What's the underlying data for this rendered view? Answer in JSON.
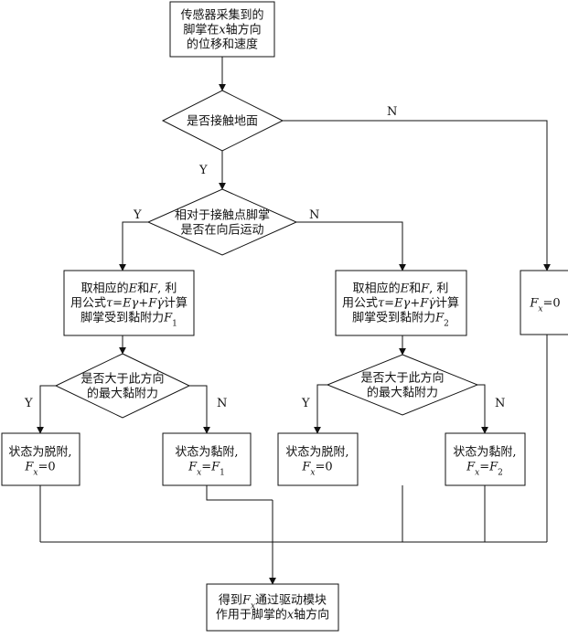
{
  "nodes": {
    "start": {
      "lines": [
        [
          {
            "t": "传感器采集到的"
          }
        ],
        [
          {
            "t": "脚掌在"
          },
          {
            "t": "x",
            "i": true
          },
          {
            "t": "轴方向"
          }
        ],
        [
          {
            "t": "的位移和速度"
          }
        ]
      ]
    },
    "contact": {
      "lines": [
        [
          {
            "t": "是否接触地面"
          }
        ]
      ]
    },
    "backward": {
      "lines": [
        [
          {
            "t": "相对于接触点脚掌"
          }
        ],
        [
          {
            "t": "是否在向后运动"
          }
        ]
      ]
    },
    "calc_f1": {
      "lines": [
        [
          {
            "t": "取相应的"
          },
          {
            "t": "E",
            "i": true
          },
          {
            "t": "和"
          },
          {
            "t": "F",
            "i": true
          },
          {
            "t": ", 利"
          }
        ],
        [
          {
            "t": "用公式"
          },
          {
            "t": "τ",
            "i": true
          },
          {
            "t": "="
          },
          {
            "t": "Eγ",
            "i": true
          },
          {
            "t": "+"
          },
          {
            "t": "Fγ̇",
            "i": true
          },
          {
            "t": "计算"
          }
        ],
        [
          {
            "t": "脚掌受到黏附力"
          },
          {
            "t": "F",
            "i": true
          },
          {
            "t": "1",
            "sub": true
          }
        ]
      ]
    },
    "calc_f2": {
      "lines": [
        [
          {
            "t": "取相应的"
          },
          {
            "t": "E",
            "i": true
          },
          {
            "t": "和"
          },
          {
            "t": "F",
            "i": true
          },
          {
            "t": ", 利"
          }
        ],
        [
          {
            "t": "用公式"
          },
          {
            "t": "τ",
            "i": true
          },
          {
            "t": "="
          },
          {
            "t": "Eγ",
            "i": true
          },
          {
            "t": "+"
          },
          {
            "t": "Fγ̇",
            "i": true
          },
          {
            "t": "计算"
          }
        ],
        [
          {
            "t": "脚掌受到黏附力"
          },
          {
            "t": "F",
            "i": true
          },
          {
            "t": "2",
            "sub": true
          }
        ]
      ]
    },
    "fx_zero_right": {
      "lines": [
        [
          {
            "t": "F",
            "i": true
          },
          {
            "t": "x",
            "i": true,
            "sub": true
          },
          {
            "t": "=0"
          }
        ]
      ]
    },
    "max1": {
      "lines": [
        [
          {
            "t": "是否大于此方向"
          }
        ],
        [
          {
            "t": "的最大黏附力"
          }
        ]
      ]
    },
    "max2": {
      "lines": [
        [
          {
            "t": "是否大于此方向"
          }
        ],
        [
          {
            "t": "的最大黏附力"
          }
        ]
      ]
    },
    "detach1": {
      "lines": [
        [
          {
            "t": "状态为脱附,"
          }
        ],
        [
          {
            "t": "F",
            "i": true
          },
          {
            "t": "x",
            "i": true,
            "sub": true
          },
          {
            "t": "=0"
          }
        ]
      ]
    },
    "attach1": {
      "lines": [
        [
          {
            "t": "状态为黏附,"
          }
        ],
        [
          {
            "t": "F",
            "i": true
          },
          {
            "t": "x",
            "i": true,
            "sub": true
          },
          {
            "t": "="
          },
          {
            "t": "F",
            "i": true
          },
          {
            "t": "1",
            "sub": true
          }
        ]
      ]
    },
    "detach2": {
      "lines": [
        [
          {
            "t": "状态为脱附,"
          }
        ],
        [
          {
            "t": "F",
            "i": true
          },
          {
            "t": "x",
            "i": true,
            "sub": true
          },
          {
            "t": "=0"
          }
        ]
      ]
    },
    "attach2": {
      "lines": [
        [
          {
            "t": "状态为黏附,"
          }
        ],
        [
          {
            "t": "F",
            "i": true
          },
          {
            "t": "x",
            "i": true,
            "sub": true
          },
          {
            "t": "="
          },
          {
            "t": "F",
            "i": true
          },
          {
            "t": "2",
            "sub": true
          }
        ]
      ]
    },
    "end": {
      "lines": [
        [
          {
            "t": "得到"
          },
          {
            "t": "F",
            "i": true
          },
          {
            "t": "x",
            "i": true,
            "sub": true
          },
          {
            "t": "通过驱动模块"
          }
        ],
        [
          {
            "t": "作用于脚掌的"
          },
          {
            "t": "x",
            "i": true
          },
          {
            "t": "轴方向"
          }
        ]
      ]
    }
  },
  "branch_labels": {
    "contact_no": "N",
    "contact_yes": "Y",
    "backward_yes": "Y",
    "backward_no": "N",
    "max1_yes": "Y",
    "max1_no": "N",
    "max2_yes": "Y",
    "max2_no": "N"
  }
}
